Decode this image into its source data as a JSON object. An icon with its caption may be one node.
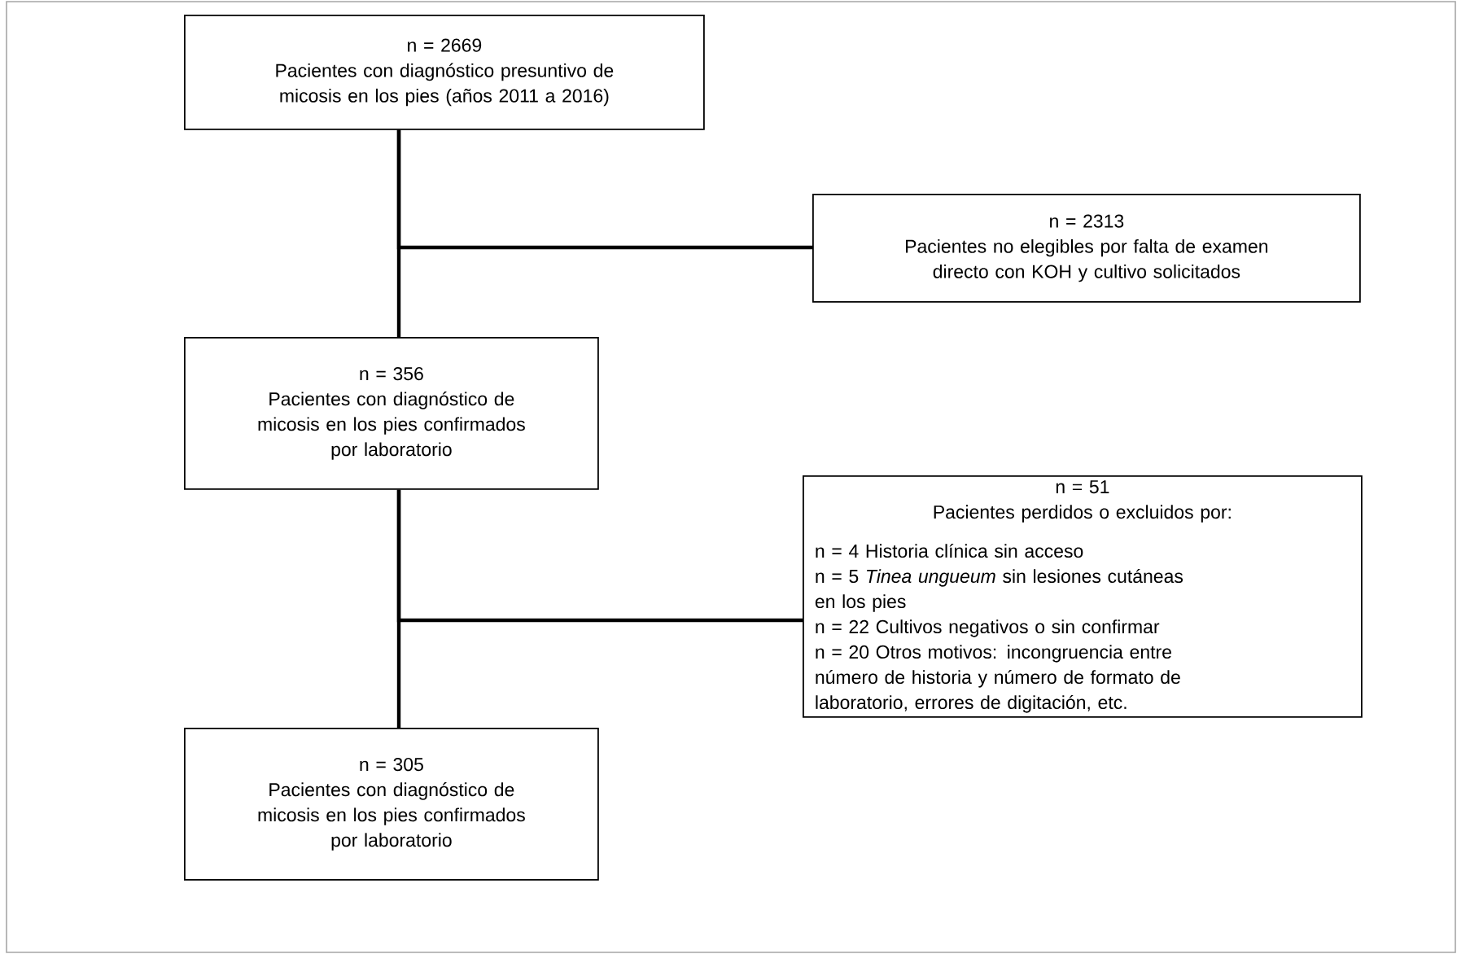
{
  "diagram": {
    "nodes": [
      {
        "text": [
          "n = 2669",
          "Pacientes con diagnóstico presuntivo de micosis en los pies (años 2011 a 2016)"
        ]
      },
      {
        "text": [
          "n = 2313",
          "Pacientes no elegibles por falta de examen directo con KOH y cultivo solicitados"
        ]
      },
      {
        "text": [
          "n = 356",
          "Pacientes con diagnóstico de micosis en los pies confirmados por laboratorio"
        ]
      },
      {
        "text": [
          "n = 51",
          "Pacientes perdidos o excluidos por:",
          "n = 4 Historia clínica sin acceso",
          "n = 5 *Tinea ungueum* sin lesiones cutáneas en los pies",
          "n = 22 Cultivos negativos o sin confirmar",
          "n = 20 Otros motivos: incongruencia entre número de historia y número de formato de laboratorio, errores de digitación, etc."
        ]
      },
      {
        "text": [
          "n = 305",
          "Pacientes con diagnóstico de micosis en los pies confirmados por laboratorio"
        ]
      }
    ],
    "edges": [
      {
        "from": 0,
        "to": 2,
        "arrow": "none"
      },
      {
        "from": 0,
        "to": 1,
        "arrow": "none"
      },
      {
        "from": 2,
        "to": 4,
        "arrow": "none"
      },
      {
        "from": 2,
        "to": 3,
        "arrow": "none"
      }
    ]
  }
}
